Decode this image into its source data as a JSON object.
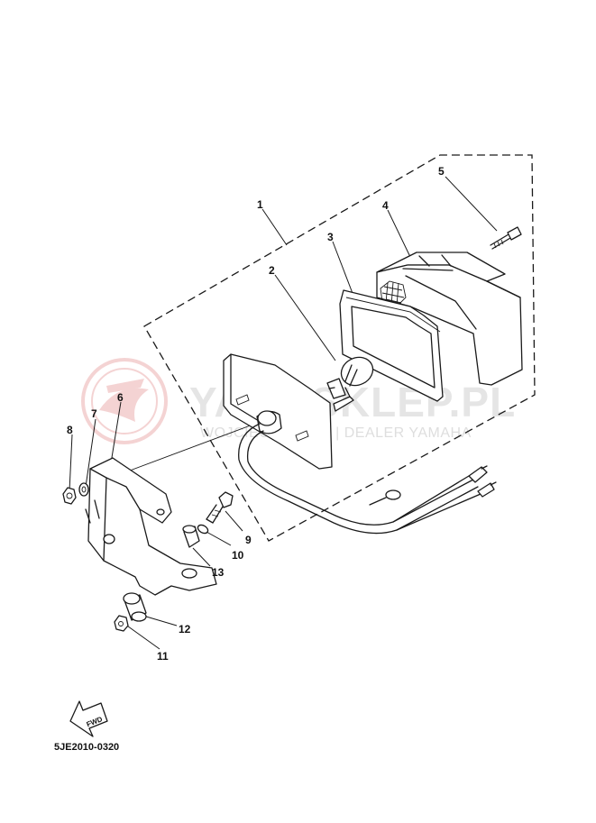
{
  "watermark": {
    "brand": "YAMASKLEP.PL",
    "tagline": "WOJCIECHOWSKI | DEALER YAMAHA",
    "logo_color": "#e8a0a0"
  },
  "callouts": [
    {
      "id": "1",
      "text": "1"
    },
    {
      "id": "2",
      "text": "2"
    },
    {
      "id": "3",
      "text": "3"
    },
    {
      "id": "4",
      "text": "4"
    },
    {
      "id": "5",
      "text": "5"
    },
    {
      "id": "6",
      "text": "6"
    },
    {
      "id": "7",
      "text": "7"
    },
    {
      "id": "8",
      "text": "8"
    },
    {
      "id": "9",
      "text": "9"
    },
    {
      "id": "10",
      "text": "10"
    },
    {
      "id": "11",
      "text": "11"
    },
    {
      "id": "12",
      "text": "12"
    },
    {
      "id": "13",
      "text": "13"
    }
  ],
  "fwd_label": "FWD",
  "diagram_code": "5JE2010-0320"
}
